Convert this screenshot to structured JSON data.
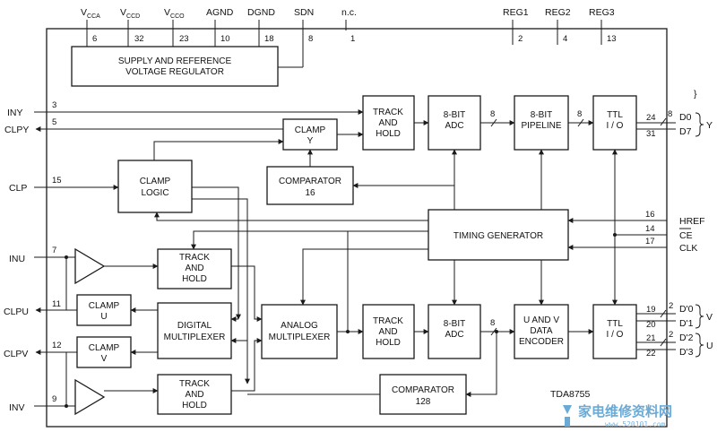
{
  "chip_name": "TDA8755",
  "top_pins": [
    {
      "name": "V",
      "sub": "CCA",
      "pin": "6"
    },
    {
      "name": "V",
      "sub": "CCD",
      "pin": "32"
    },
    {
      "name": "V",
      "sub": "CCO",
      "pin": "23"
    },
    {
      "name": "AGND",
      "sub": "",
      "pin": "10"
    },
    {
      "name": "DGND",
      "sub": "",
      "pin": "18"
    },
    {
      "name": "SDN",
      "sub": "",
      "pin": "8"
    },
    {
      "name": "n.c.",
      "sub": "",
      "pin": "1"
    },
    {
      "name": "REG1",
      "sub": "",
      "pin": "2"
    },
    {
      "name": "REG2",
      "sub": "",
      "pin": "4"
    },
    {
      "name": "REG3",
      "sub": "",
      "pin": "13"
    }
  ],
  "left_pins": [
    {
      "name": "INY",
      "pin": "3"
    },
    {
      "name": "CLPY",
      "pin": "5"
    },
    {
      "name": "CLP",
      "pin": "15"
    },
    {
      "name": "INU",
      "pin": "7"
    },
    {
      "name": "CLPU",
      "pin": "11"
    },
    {
      "name": "CLPV",
      "pin": "12"
    },
    {
      "name": "INV",
      "pin": "9"
    }
  ],
  "right_pins": {
    "y_out": {
      "pins": [
        "24",
        "31"
      ],
      "labels": [
        "D0",
        "D7"
      ],
      "bus": "8",
      "group": "Y"
    },
    "timing": [
      {
        "name": "HREF",
        "pin": "16"
      },
      {
        "name": "CE",
        "pin": "14"
      },
      {
        "name": "CLK",
        "pin": "17"
      }
    ],
    "v_out": {
      "pins": [
        "19",
        "20"
      ],
      "labels": [
        "D'0",
        "D'1"
      ],
      "bus": "2",
      "group": "V"
    },
    "u_out": {
      "pins": [
        "21",
        "22"
      ],
      "labels": [
        "D'2",
        "D'3"
      ],
      "bus": "2",
      "group": "U"
    }
  },
  "blocks": {
    "regulator": [
      "SUPPLY AND REFERENCE",
      "VOLTAGE REGULATOR"
    ],
    "track_hold_y": [
      "TRACK",
      "AND",
      "HOLD"
    ],
    "adc_y": [
      "8-BIT",
      "ADC"
    ],
    "pipeline": [
      "8-BIT",
      "PIPELINE"
    ],
    "ttl_y": [
      "TTL",
      "I / O"
    ],
    "clamp_y": [
      "CLAMP",
      "Y"
    ],
    "comparator_16": [
      "COMPARATOR",
      "16"
    ],
    "clamp_logic": [
      "CLAMP",
      "LOGIC"
    ],
    "timing_generator": [
      "TIMING GENERATOR"
    ],
    "track_hold_u": [
      "TRACK",
      "AND",
      "HOLD"
    ],
    "clamp_u": [
      "CLAMP",
      "U"
    ],
    "digital_mux": [
      "DIGITAL",
      "MULTIPLEXER"
    ],
    "clamp_v": [
      "CLAMP",
      "V"
    ],
    "track_hold_v": [
      "TRACK",
      "AND",
      "HOLD"
    ],
    "analog_mux": [
      "ANALOG",
      "MULTIPLEXER"
    ],
    "track_hold_uv": [
      "TRACK",
      "AND",
      "HOLD"
    ],
    "adc_uv": [
      "8-BIT",
      "ADC"
    ],
    "uv_encoder": [
      "U AND V",
      "DATA",
      "ENCODER"
    ],
    "ttl_uv": [
      "TTL",
      "I / O"
    ],
    "comparator_128": [
      "COMPARATOR",
      "128"
    ]
  },
  "bus_widths": {
    "adc_y_out": "8",
    "pipeline_out": "8",
    "adc_uv_out": "8"
  },
  "watermark": {
    "main": "家电维修资料网",
    "url": "www.520101.com"
  }
}
